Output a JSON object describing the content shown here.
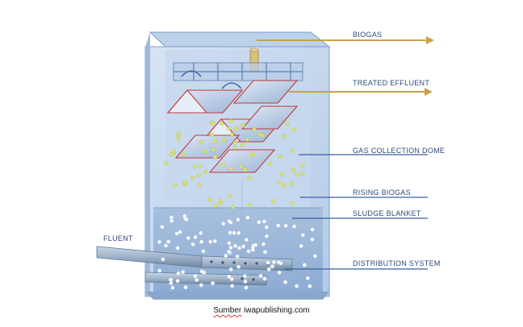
{
  "labels": {
    "biogas": "BIOGAS",
    "treated_effluent": "TREATED EFFLUENT",
    "gas_collection_dome": "GAS COLLECTION DOME",
    "rising_biogas": "RISING BIOGAS",
    "sludge_blanket": "SLUDGE BLANKET",
    "distribution_system": "DISTRIBUTION SYSTEM",
    "influent": "FLUENT"
  },
  "caption": {
    "prefix": "Sumber",
    "source": "iwapublishing.com"
  },
  "colors": {
    "tank_body": "#a9c3e2",
    "tank_front": "#c9dcf0",
    "tank_side": "#8aa9cf",
    "label_text": "#2d4a7a",
    "arrow_gold": "#c8a24a",
    "leader_line": "#3b5f9a",
    "biogas_bubble": "#d8e27a",
    "sludge_bubble": "#ffffff",
    "dome_outline": "#c0393b"
  }
}
